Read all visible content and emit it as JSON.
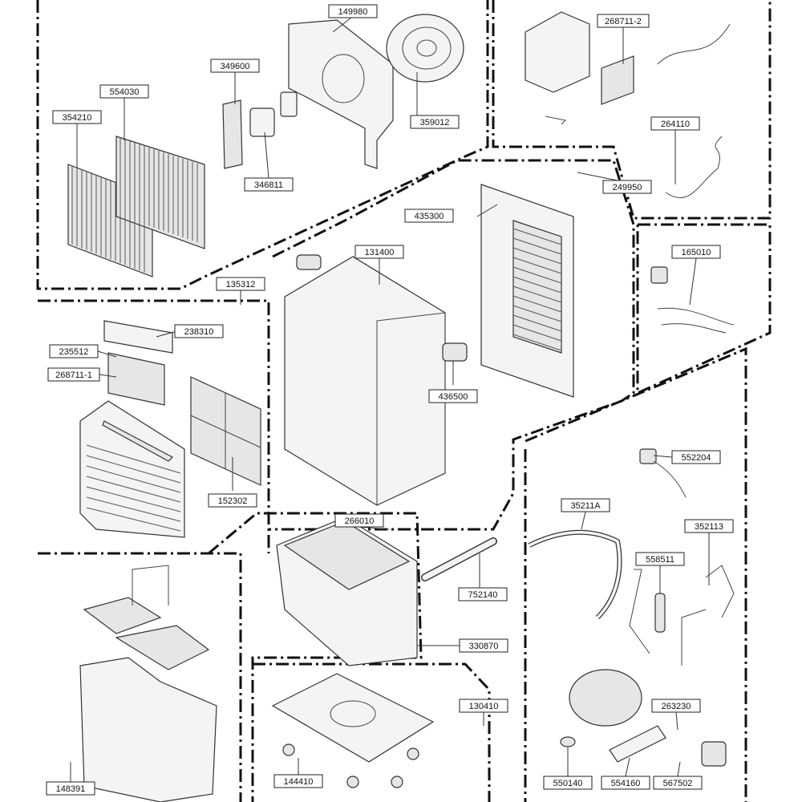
{
  "diagram": {
    "parts": [
      {
        "id": "354210",
        "label": "354210"
      },
      {
        "id": "554030",
        "label": "554030"
      },
      {
        "id": "349600",
        "label": "349600"
      },
      {
        "id": "149980",
        "label": "149980"
      },
      {
        "id": "359012",
        "label": "359012"
      },
      {
        "id": "346811",
        "label": "346811"
      },
      {
        "id": "268711-2",
        "label": "268711-2"
      },
      {
        "id": "264110",
        "label": "264110"
      },
      {
        "id": "249950",
        "label": "249950"
      },
      {
        "id": "435300",
        "label": "435300"
      },
      {
        "id": "131400",
        "label": "131400"
      },
      {
        "id": "135312",
        "label": "135312"
      },
      {
        "id": "165010",
        "label": "165010"
      },
      {
        "id": "238310",
        "label": "238310"
      },
      {
        "id": "235512",
        "label": "235512"
      },
      {
        "id": "268711-1",
        "label": "268711-1"
      },
      {
        "id": "436500",
        "label": "436500"
      },
      {
        "id": "552204",
        "label": "552204"
      },
      {
        "id": "152302",
        "label": "152302"
      },
      {
        "id": "35211A",
        "label": "35211A"
      },
      {
        "id": "352113",
        "label": "352113"
      },
      {
        "id": "266010",
        "label": "266010"
      },
      {
        "id": "558511",
        "label": "558511"
      },
      {
        "id": "752140",
        "label": "752140"
      },
      {
        "id": "330870",
        "label": "330870"
      },
      {
        "id": "130410",
        "label": "130410"
      },
      {
        "id": "263230",
        "label": "263230"
      },
      {
        "id": "148391",
        "label": "148391"
      },
      {
        "id": "144410",
        "label": "144410"
      },
      {
        "id": "550140",
        "label": "550140"
      },
      {
        "id": "554160",
        "label": "554160"
      },
      {
        "id": "567502",
        "label": "567502"
      }
    ]
  }
}
